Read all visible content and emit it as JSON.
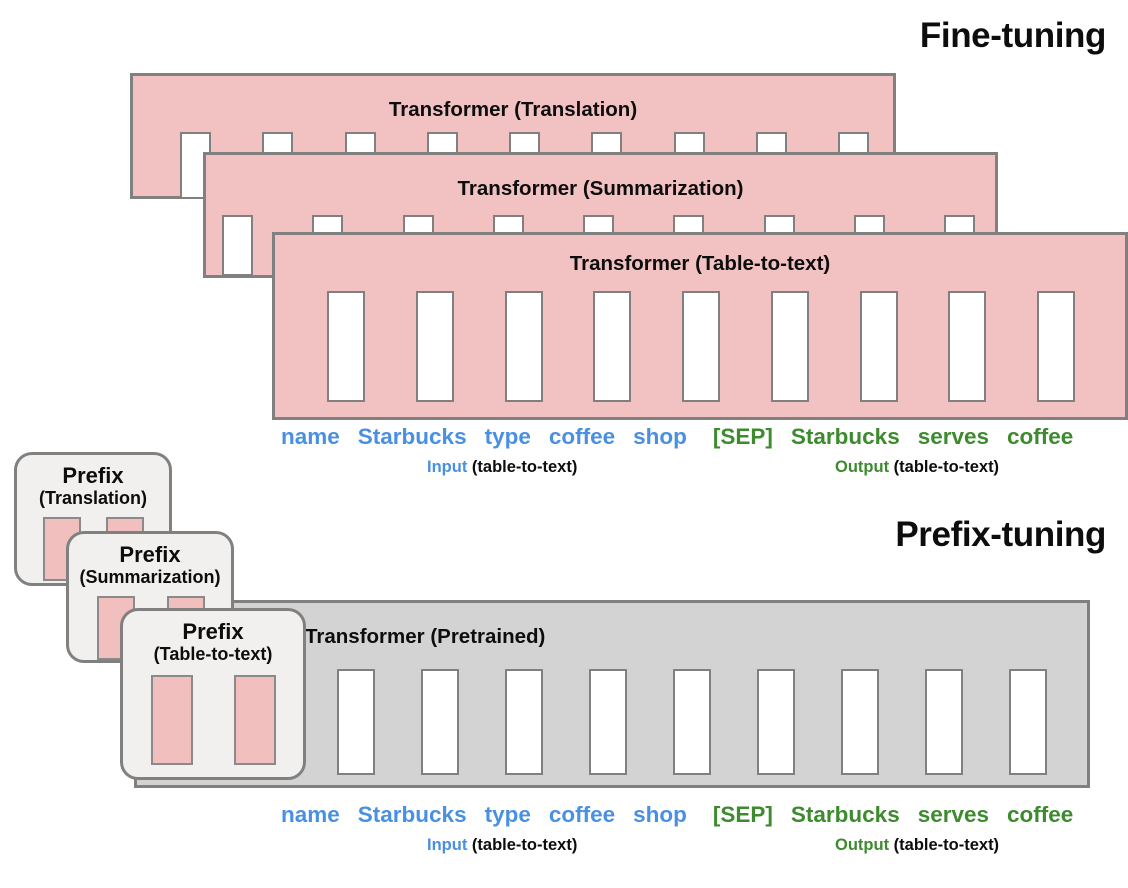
{
  "sections": {
    "fine_tuning": {
      "title": "Fine-tuning",
      "transformers": [
        {
          "id": "translation",
          "label": "Transformer (Translation)",
          "slots": 9
        },
        {
          "id": "summarization",
          "label": "Transformer (Summarization)",
          "slots": 9
        },
        {
          "id": "tabletotext",
          "label": "Transformer (Table-to-text)",
          "slots": 9
        }
      ]
    },
    "prefix_tuning": {
      "title": "Prefix-tuning",
      "prefixes": [
        {
          "id": "translation",
          "main": "Prefix",
          "sub": "(Translation)",
          "bars": 2
        },
        {
          "id": "summarization",
          "main": "Prefix",
          "sub": "(Summarization)",
          "bars": 2
        },
        {
          "id": "tabletotext",
          "main": "Prefix",
          "sub": "(Table-to-text)",
          "bars": 2
        }
      ],
      "transformer": {
        "label": "Transformer  (Pretrained)",
        "slots": 9
      }
    }
  },
  "tokens": {
    "input": [
      "name",
      "Starbucks",
      "type",
      "coffee",
      "shop"
    ],
    "separator": "[SEP]",
    "output": [
      "Starbucks",
      "serves",
      "coffee"
    ]
  },
  "captions": {
    "input_lead": "Input",
    "input_task": " (table-to-text)",
    "output_lead": "Output",
    "output_task": " (table-to-text)"
  },
  "colors": {
    "input_blue": "#4a90e2",
    "output_green": "#3d8b2e",
    "transformer_pink": "#f2c2c2",
    "transformer_gray": "#d3d3d3",
    "prefix_card_bg": "#f2f0ee",
    "prefix_bar_pink": "#f2bfbf",
    "border_gray": "#808080"
  }
}
